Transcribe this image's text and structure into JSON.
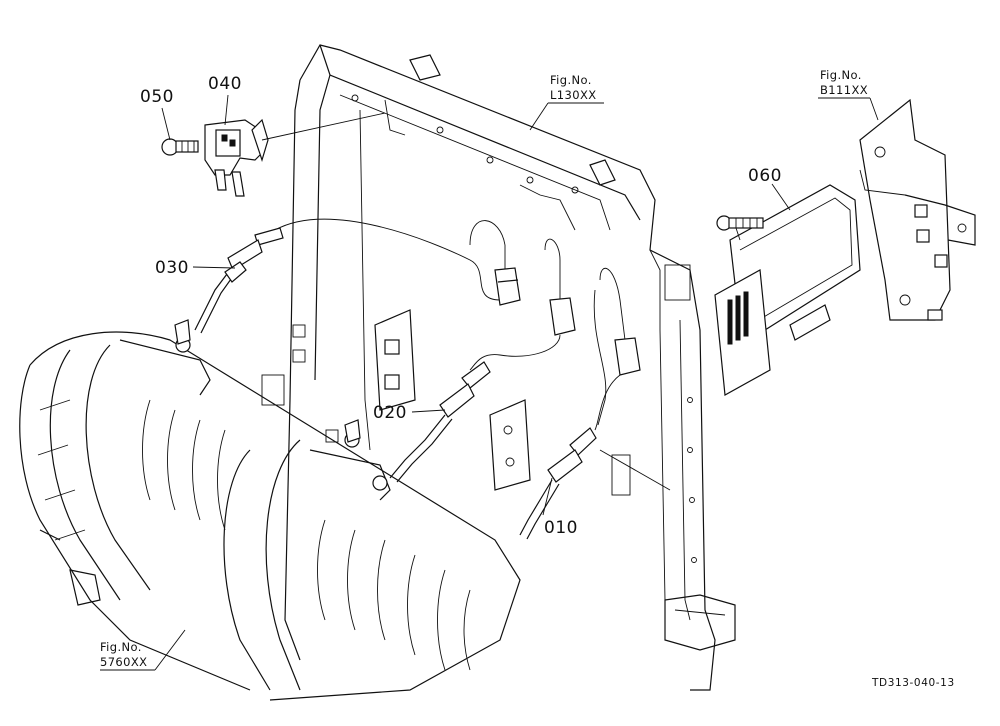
{
  "callouts": [
    {
      "id": "050",
      "label": "050"
    },
    {
      "id": "040",
      "label": "040"
    },
    {
      "id": "030",
      "label": "030"
    },
    {
      "id": "020",
      "label": "020"
    },
    {
      "id": "010",
      "label": "010"
    },
    {
      "id": "060",
      "label": "060"
    }
  ],
  "figure_refs": {
    "l130": {
      "line1": "Fig.No.",
      "line2": "L130XX"
    },
    "b111": {
      "line1": "Fig.No.",
      "line2": "B111XX"
    },
    "s5760": {
      "line1": "Fig.No.",
      "line2": "5760XX"
    }
  },
  "drawing_code": "TD313-040-13"
}
